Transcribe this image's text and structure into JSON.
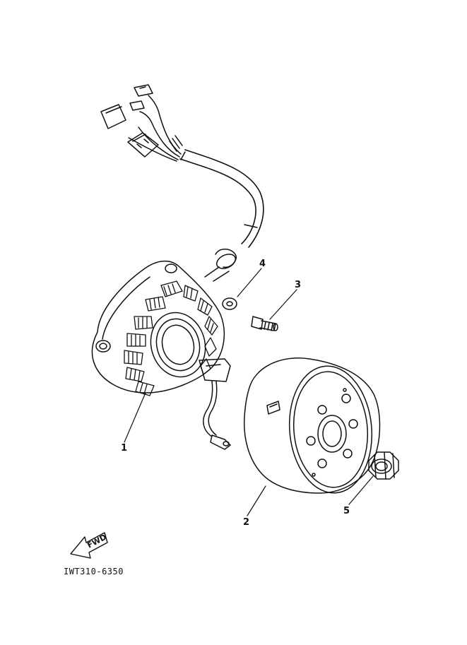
{
  "diagram": {
    "callouts": {
      "stator": "1",
      "rotor": "2",
      "bolt": "3",
      "washer": "4",
      "nut": "5"
    },
    "fwd_label": "FWD",
    "drawing_code": "IWT310-6350",
    "line_color": "#111111",
    "background": "#ffffff"
  }
}
